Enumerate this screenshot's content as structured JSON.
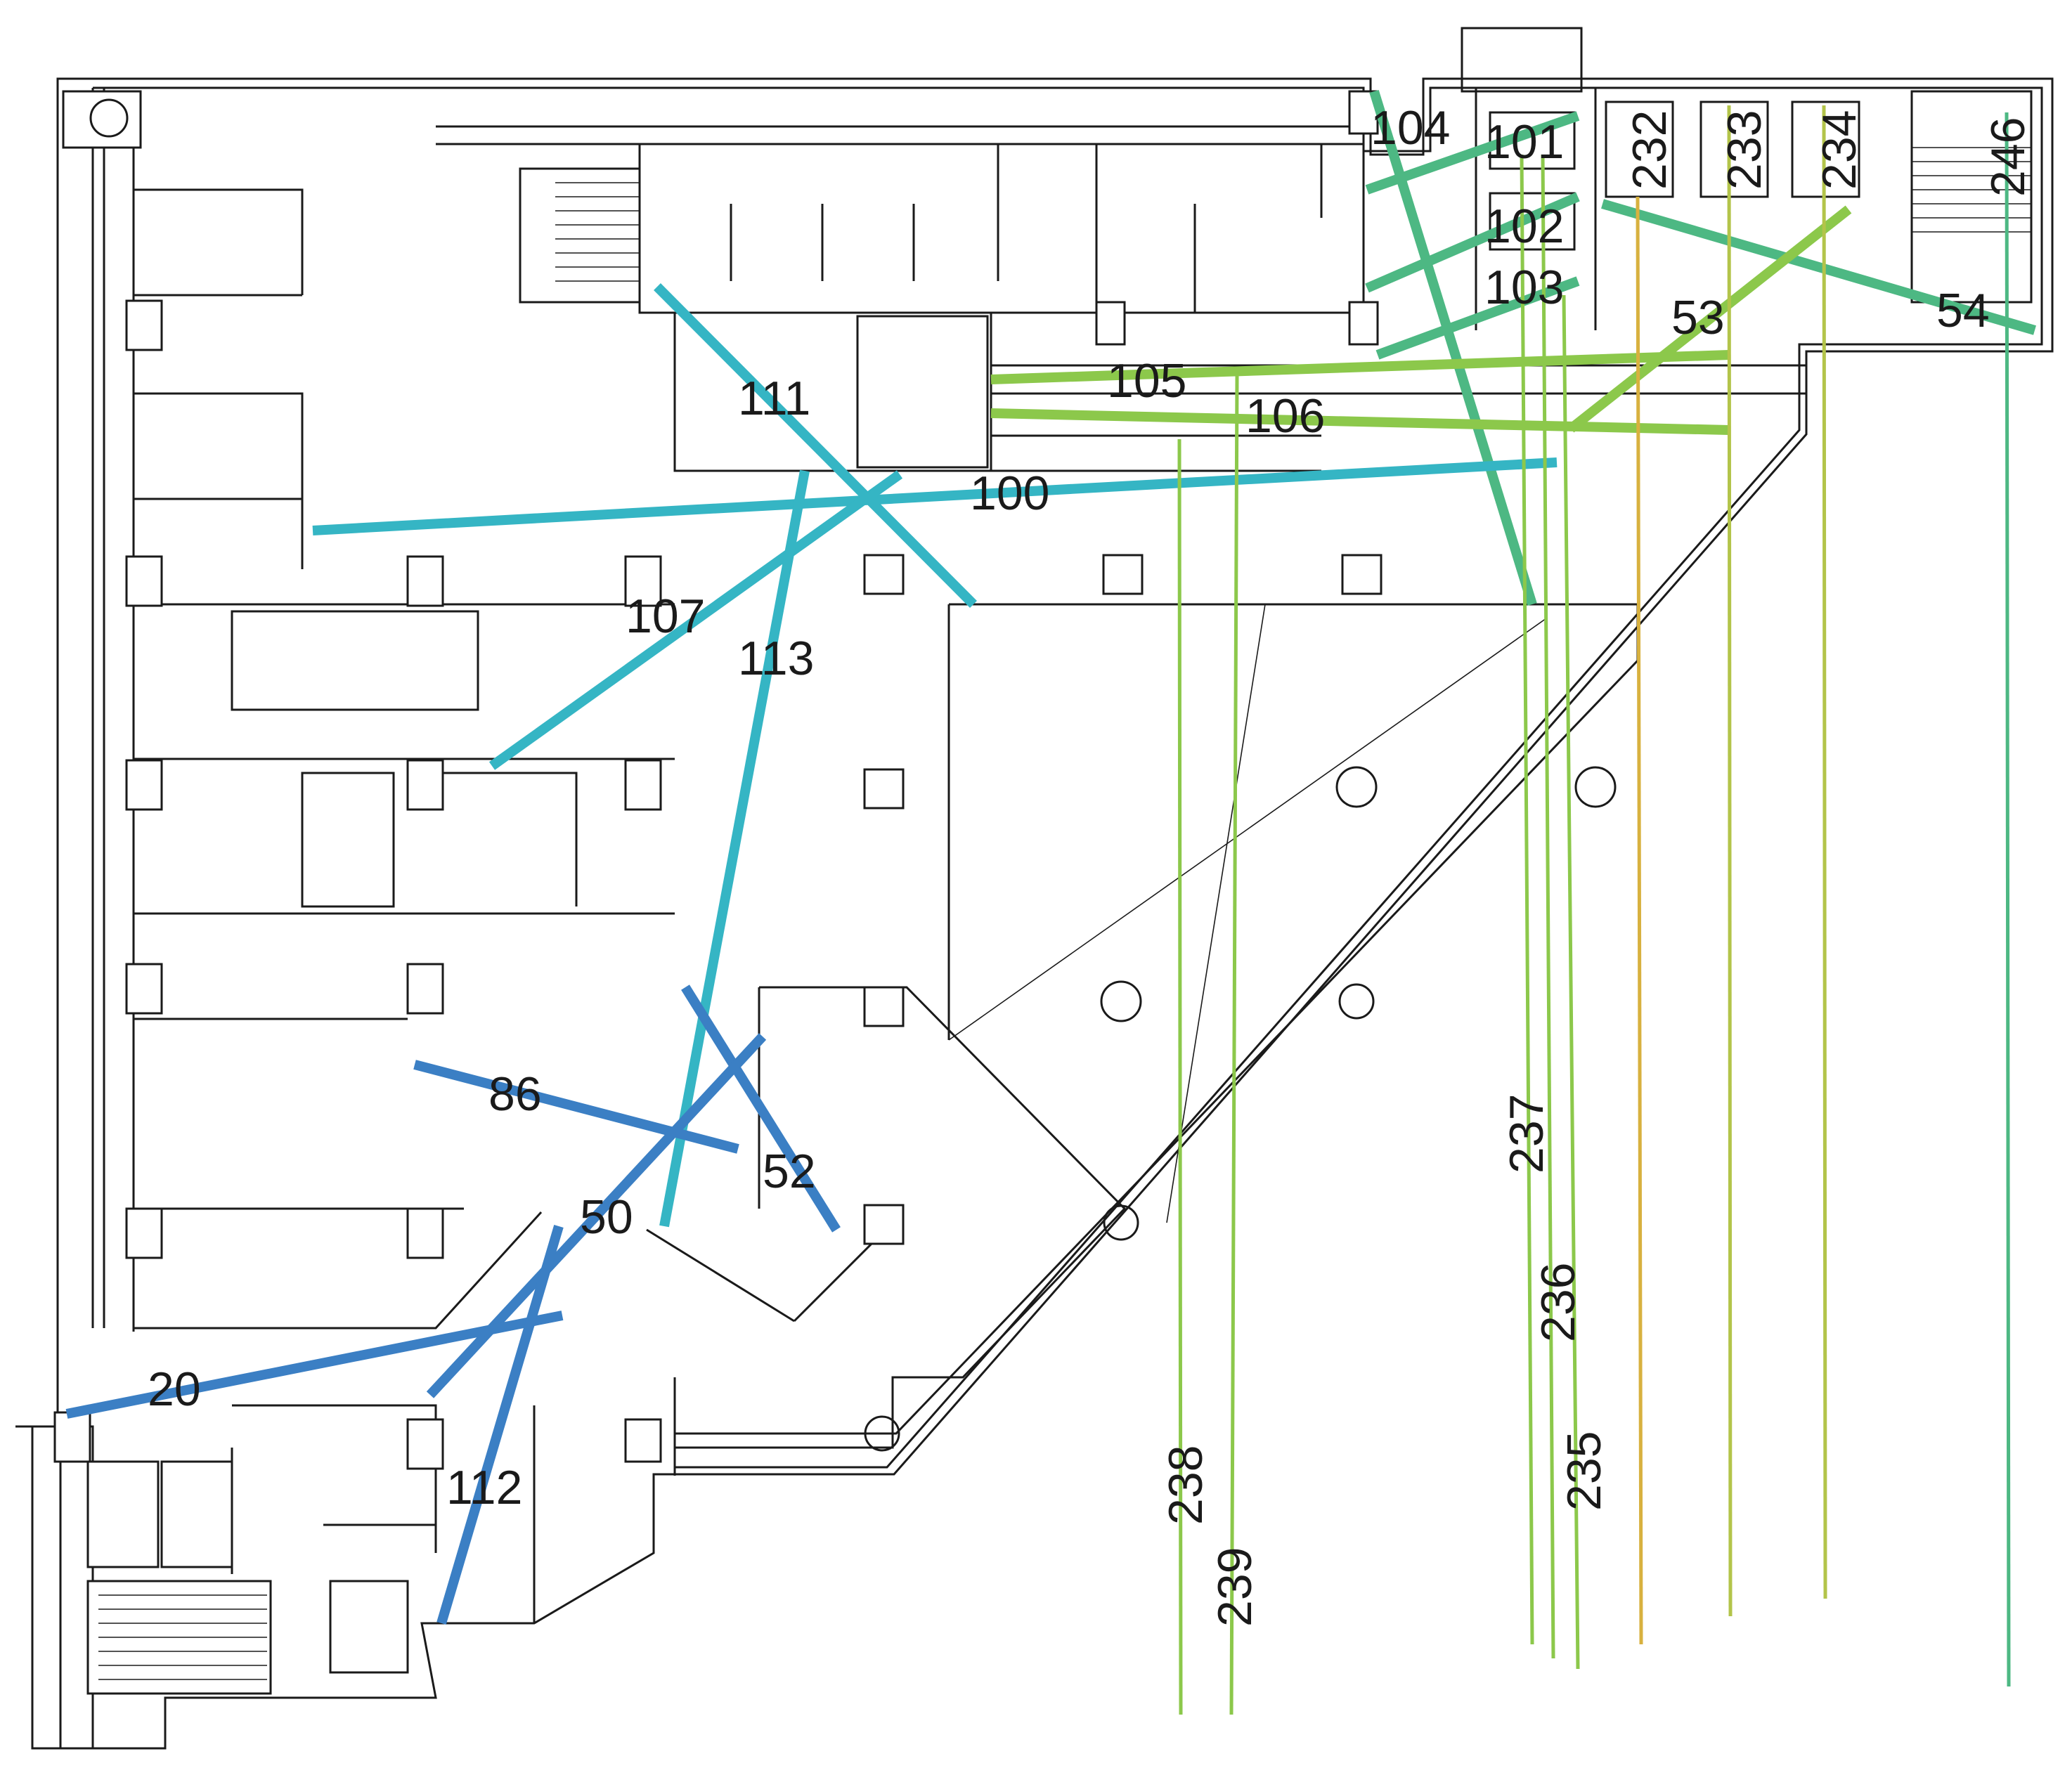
{
  "diagram": {
    "labels": [
      "104",
      "101",
      "102",
      "103",
      "232",
      "233",
      "234",
      "246",
      "53",
      "54",
      "105",
      "106",
      "111",
      "100",
      "107",
      "113",
      "86",
      "52",
      "50",
      "20",
      "112",
      "237",
      "236",
      "235",
      "238",
      "239"
    ]
  },
  "colors": {
    "wall": "#1a1a1a",
    "background": "#ffffff",
    "ray_blue": "#3b7fc4",
    "ray_teal": "#35b5c4",
    "ray_green": "#4db883",
    "ray_lime": "#8cc84b",
    "ray_olive": "#b3c44a",
    "ray_orange": "#d8b13f"
  }
}
